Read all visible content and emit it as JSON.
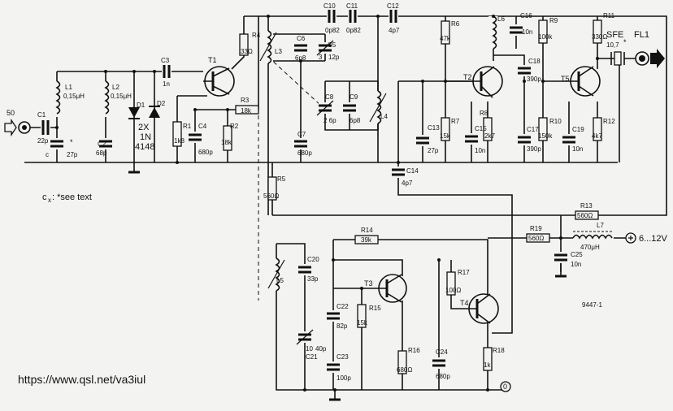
{
  "labels": {
    "input_ohm": "50",
    "C1": "C1",
    "C1_val": "22p",
    "Cx_top": "*",
    "Cx": "c",
    "C_x_val": "27p",
    "L1": "L1",
    "L1_val": "0,15μH",
    "L2": "L2",
    "L2_val": "0,15μH",
    "C2": "C2",
    "C2_val": "68p",
    "D1": "D1",
    "D2": "D2",
    "diode_type_1": "2X",
    "diode_type_2": "1N",
    "diode_type_3": "4148",
    "C3": "C3",
    "C3_val": "1n",
    "T1": "T1",
    "R1": "R1",
    "R1_val": "1k8",
    "C4": "C4",
    "C4_val": "680p",
    "R2": "R2",
    "R2_val": "18k",
    "R3": "R3",
    "R3_val": "18k",
    "R4": "R4",
    "R4_val": "33Ω",
    "L3": "L3",
    "C6": "C6",
    "C6_val": "6p8",
    "C5": "C5",
    "C5_val1": "3",
    "C5_val2": "12p",
    "C10": "C10",
    "C10_val": "0p82",
    "C11": "C11",
    "C11_val": "0p82",
    "C12": "C12",
    "C12_val": "4p7",
    "C7": "C7",
    "C7_val": "680p",
    "C8": "C8",
    "C8_val": "2 6p",
    "C9": "C9",
    "C9_val": "6p8",
    "L4": "L4",
    "R5": "R5",
    "R5_val": "560Ω",
    "R6": "R6",
    "R6_val": "47k",
    "R7": "R7",
    "R7_val": "15k",
    "R8": "R8",
    "R8_val": "2k7",
    "C13": "C13",
    "C13_val": "27p",
    "C14": "C14",
    "C14_val": "4p7",
    "C15": "C15",
    "C15_val": "10n",
    "T2": "T2",
    "L6": "L6",
    "C16": "C16",
    "C16_val": "10n",
    "C18": "C18",
    "C18_val": "390p",
    "C17": "C17",
    "C17_val": "390p",
    "R9": "R9",
    "R9_val": "100k",
    "R10": "R10",
    "R10_val": "150k",
    "C19": "C19",
    "C19_val": "10n",
    "T5": "T5",
    "R11": "R11",
    "R11_val": "330Ω",
    "R12": "R12",
    "R12_val": "4k7",
    "SFE": "SFE",
    "SFE_val": "10,7",
    "SFE_star": "*",
    "FL1": "FL1",
    "R13": "R13",
    "R13_val": "560Ω",
    "R19": "R19",
    "R19_val": "560Ω",
    "L7": "L7",
    "L7_val": "470μH",
    "supply": "6...12V",
    "C25": "C25",
    "C25_val": "10n",
    "R14": "R14",
    "R14_val": "39k",
    "L5": "L5",
    "C20": "C20",
    "C20_val": "33p",
    "T3": "T3",
    "R15": "R15",
    "R15_val": "15k",
    "C22": "C22",
    "C22_val": "82p",
    "C21": "C21",
    "C21_val1": "10",
    "C21_val2": "40p",
    "C23": "C23",
    "C23_val": "100p",
    "R16": "R16",
    "R16_val": "680Ω",
    "C24": "C24",
    "C24_val": "680p",
    "R17": "R17",
    "R17_val": "100Ω",
    "T4": "T4",
    "R18": "R18",
    "R18_val": "1k",
    "zero": "0",
    "note_cx": "c",
    "note_x": "x",
    "note_text": ": *see text",
    "fig_number": "9447-1",
    "url": "https://www.qsl.net/va3iul"
  }
}
